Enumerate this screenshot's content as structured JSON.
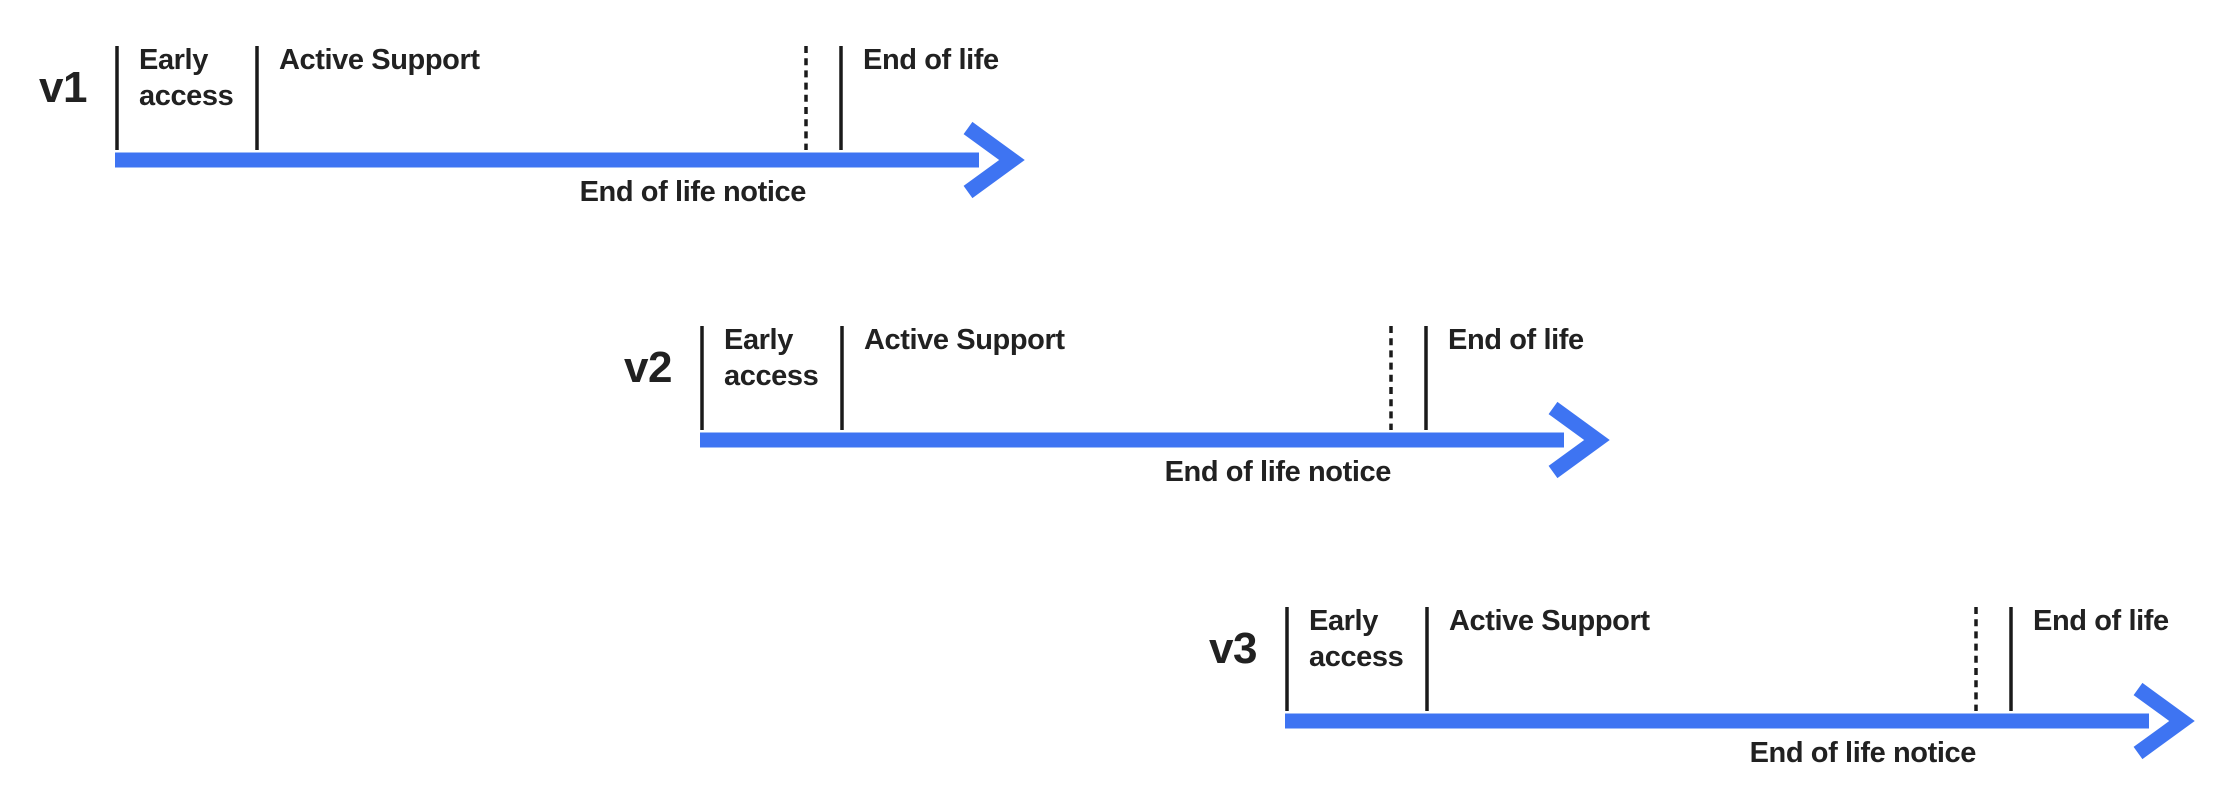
{
  "diagram": {
    "type": "version-lifecycle-timelines",
    "colors": {
      "accent": "#3e74f2",
      "text": "#212121",
      "line": "#1a1a1a",
      "background": "#ffffff"
    },
    "timelines": [
      {
        "version": "v1",
        "phases": {
          "early_access": "Early access",
          "active_support": "Active Support",
          "end_of_life": "End of life"
        },
        "notice_label": "End of life notice"
      },
      {
        "version": "v2",
        "phases": {
          "early_access": "Early access",
          "active_support": "Active Support",
          "end_of_life": "End of life"
        },
        "notice_label": "End of life notice"
      },
      {
        "version": "v3",
        "phases": {
          "early_access": "Early access",
          "active_support": "Active Support",
          "end_of_life": "End of life"
        },
        "notice_label": "End of life notice"
      }
    ]
  }
}
